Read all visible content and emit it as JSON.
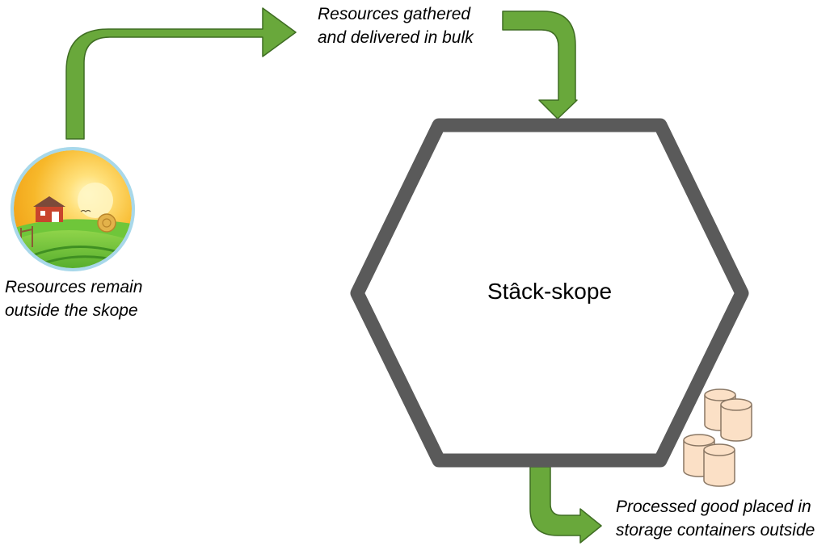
{
  "diagram": {
    "title": "Stâck-skope",
    "labels": {
      "gathered": [
        "Resources gathered",
        "and delivered in bulk"
      ],
      "outside": [
        "Resources remain",
        "outside the skope"
      ],
      "processed": [
        "Processed good placed in",
        "storage containers outside"
      ]
    },
    "colors": {
      "arrow_fill": "#69a83b",
      "arrow_stroke": "#3f6d23",
      "hexagon_stroke": "#5a5a5a",
      "container_fill": "#fbe0c6",
      "container_stroke": "#8a7764"
    },
    "icons": [
      "farm-scene-icon",
      "storage-containers-icon"
    ]
  }
}
